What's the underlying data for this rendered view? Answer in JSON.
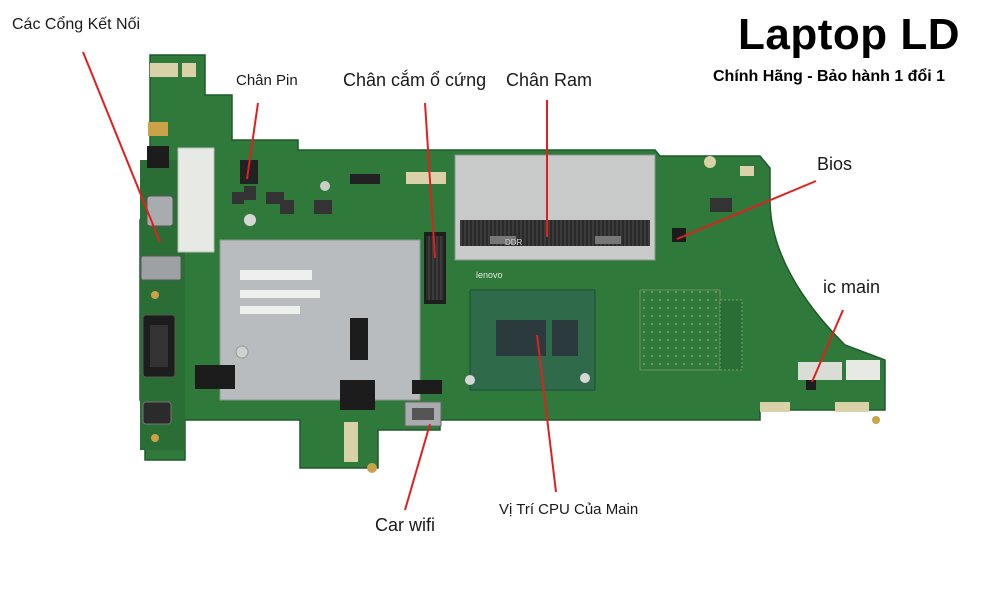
{
  "brand": {
    "title": "Laptop LD",
    "subtitle": "Chính Hãng - Bảo hành 1 đổi 1"
  },
  "labels": {
    "ports": "Các Cổng Kết Nối",
    "battery": "Chân Pin",
    "storage": "Chân cắm ổ cứng",
    "ram": "Chân Ram",
    "bios": "Bios",
    "ic_main": "ic main",
    "cpu": "Vị Trí CPU Của Main",
    "wifi": "Car wifi"
  },
  "board_markings": {
    "vendor_logo": "Lenovo",
    "ram_slot_text": "DDR",
    "brand_mark": "lenovo"
  },
  "colors": {
    "pcb": "#2f7a3a",
    "pcb_dark": "#1f5a2a",
    "pointer": "#e02020",
    "heatshield": "#b9bcbe",
    "cpu_die": "#2b3a3c",
    "cpu_substrate": "#2f6b4a"
  }
}
